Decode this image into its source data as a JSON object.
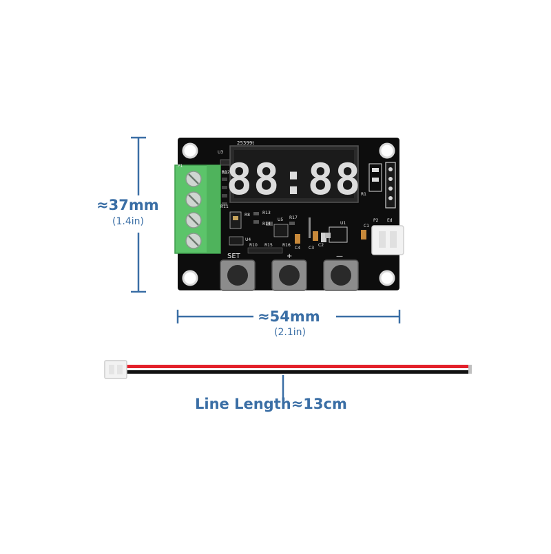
{
  "dimensions": {
    "height": {
      "label": "≈37mm",
      "sub": "(1.4in)"
    },
    "width": {
      "label": "≈54mm",
      "sub": "(2.1in)"
    },
    "cable": {
      "label": "Line Length≈13cm"
    }
  },
  "board": {
    "code": "25399t",
    "display": "88:88",
    "silkscreen": {
      "u3": "U3",
      "p1": "P1",
      "r12": "R12",
      "r11": "R11",
      "r8": "R8",
      "r13": "R13",
      "r14": "R14",
      "r17": "R17",
      "u5": "U5",
      "u1": "U1",
      "c1": "C1",
      "p2": "P2",
      "r10": "R10",
      "r15": "R15",
      "r16": "R16",
      "c4": "C4",
      "c3": "C3",
      "c2": "C2",
      "u4": "U4",
      "r1": "R1",
      "ed": "Ed"
    },
    "buttons": {
      "set": "SET",
      "plus": "+",
      "minus": "—"
    }
  },
  "colors": {
    "dimension_line": "#3a6ea5",
    "pcb": "#0d0d0d",
    "terminal_block": "#5cc46a",
    "wire_red": "#e3202a",
    "wire_black": "#111111",
    "connector": "#f2f2f2"
  }
}
